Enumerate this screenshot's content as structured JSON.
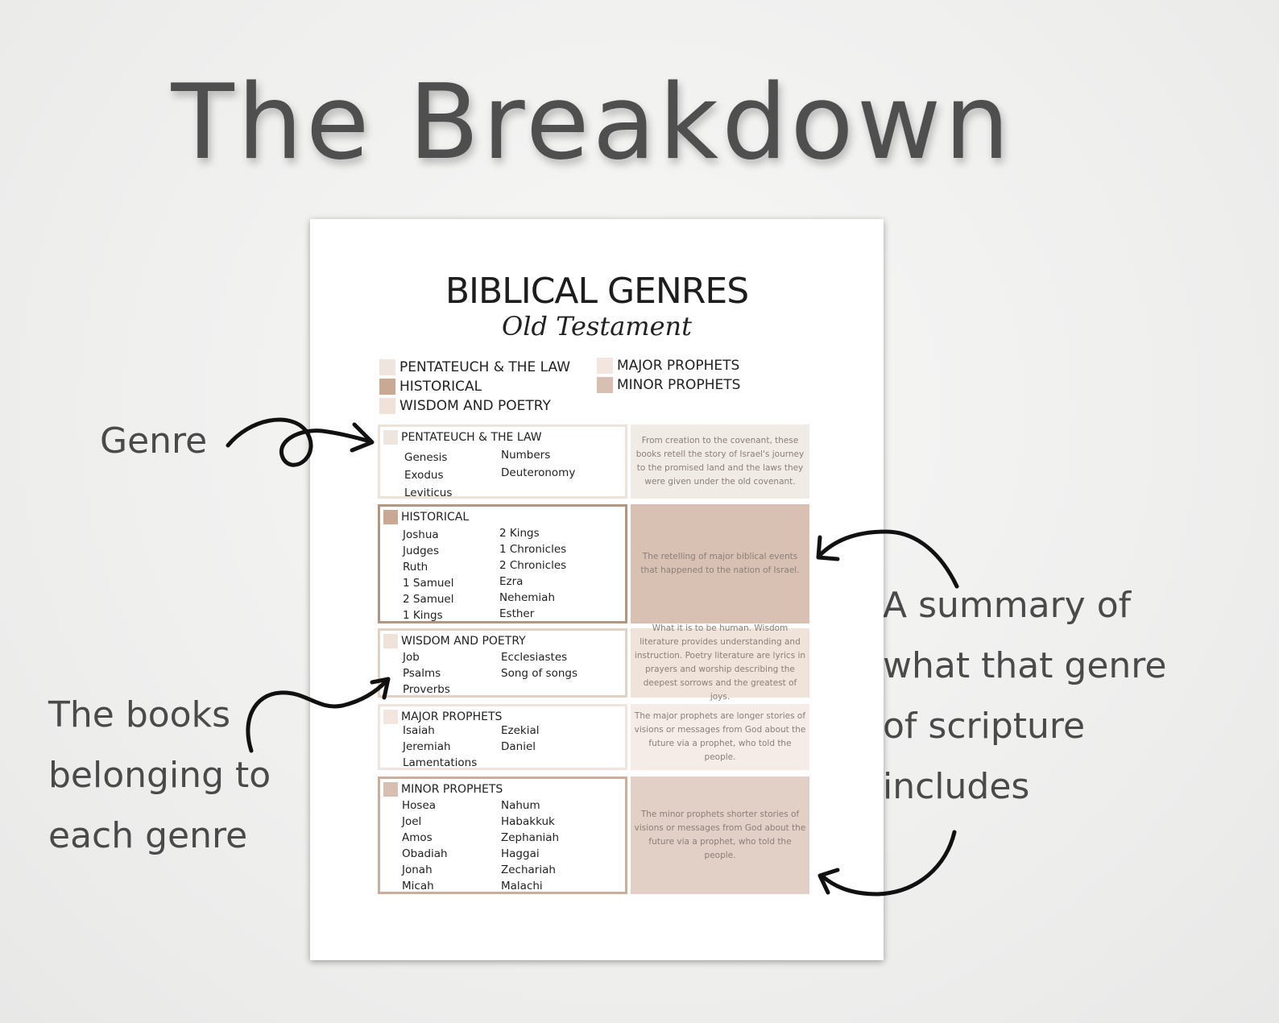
{
  "headline": "The Breakdown",
  "annotations": {
    "genre": "Genre",
    "books": [
      "The books",
      "belonging to",
      "each genre"
    ],
    "summary": [
      "A summary of",
      "what that genre",
      "of scripture",
      "includes"
    ]
  },
  "document": {
    "title": "BIBLICAL GENRES",
    "subtitle": "Old Testament",
    "legend_left": [
      {
        "label": "PENTATEUCH & THE LAW",
        "color": "#eee5de"
      },
      {
        "label": "HISTORICAL",
        "color": "#c9a994"
      },
      {
        "label": "WISDOM AND POETRY",
        "color": "#efe2d8"
      }
    ],
    "legend_right": [
      {
        "label": "MAJOR PROPHETS",
        "color": "#f3e6e1"
      },
      {
        "label": "MINOR PROPHETS",
        "color": "#d8bfb2"
      }
    ],
    "genres": [
      {
        "name": "PENTATEUCH & THE LAW",
        "color": "#eee5de",
        "border": "#ece3da",
        "summary_bg": "#f1ebe5",
        "col1": [
          "Genesis",
          "Exodus",
          "Leviticus"
        ],
        "col2": [
          "Numbers",
          "Deuteronomy"
        ],
        "summary": "From creation to the covenant, these books retell the story of Israel's journey to the promised land and the laws they were given under the old covenant."
      },
      {
        "name": "HISTORICAL",
        "color": "#c9a994",
        "border": "#b39580",
        "summary_bg": "#d8c0b3",
        "col1": [
          "Joshua",
          "Judges",
          "Ruth",
          "1 Samuel",
          "2 Samuel",
          "1 Kings"
        ],
        "col2": [
          "2 Kings",
          "1 Chronicles",
          "2 Chronicles",
          "Ezra",
          "Nehemiah",
          "Esther"
        ],
        "summary": "The retelling of major biblical events that happened to the nation of Israel."
      },
      {
        "name": "WISDOM AND POETRY",
        "color": "#efe2d8",
        "border": "#e2d2c6",
        "summary_bg": "#efe3da",
        "col1": [
          "Job",
          "Psalms",
          "Proverbs"
        ],
        "col2": [
          "Ecclesiastes",
          "Song of songs"
        ],
        "summary": "What it is to be human. Wisdom literature provides understanding and instruction. Poetry literature are lyrics in prayers and worship describing the deepest sorrows and the greatest of joys."
      },
      {
        "name": "MAJOR PROPHETS",
        "color": "#f3e6e1",
        "border": "#f1e4df",
        "summary_bg": "#f5ebe7",
        "col1": [
          "Isaiah",
          "Jeremiah",
          "Lamentations"
        ],
        "col2": [
          "Ezekial",
          "Daniel"
        ],
        "summary": "The major prophets are longer stories of visions or messages from God about the future via a prophet, who told the people."
      },
      {
        "name": "MINOR PROPHETS",
        "color": "#d8bfb2",
        "border": "#c9ad9d",
        "summary_bg": "#e2cfc5",
        "col1": [
          "Hosea",
          "Joel",
          "Amos",
          "Obadiah",
          "Jonah",
          "Micah"
        ],
        "col2": [
          "Nahum",
          "Habakkuk",
          "Zephaniah",
          "Haggai",
          "Zechariah",
          "Malachi"
        ],
        "summary": "The minor prophets shorter stories of visions or messages from God about the future via a prophet, who told the people."
      }
    ]
  }
}
